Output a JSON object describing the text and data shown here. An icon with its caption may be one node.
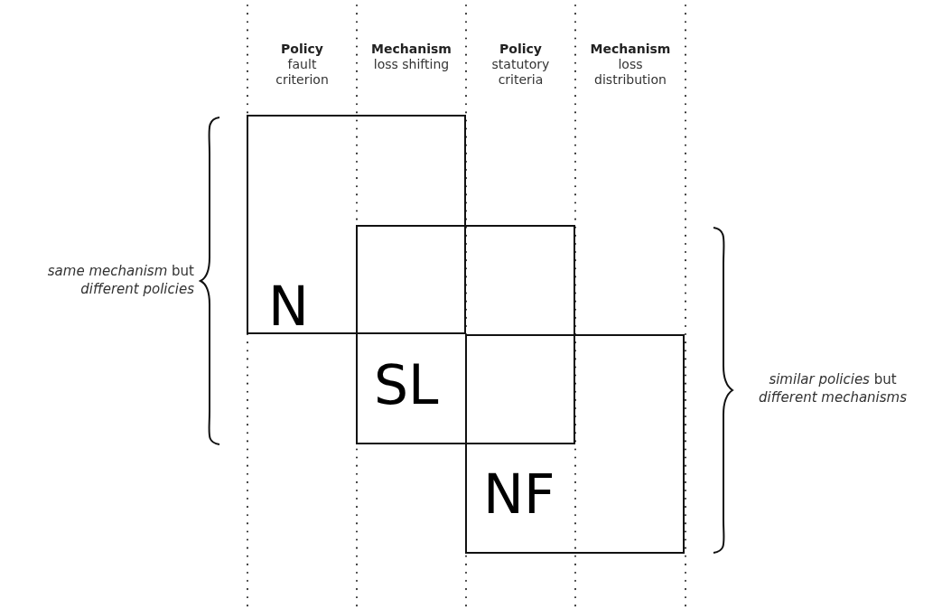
{
  "diagram": {
    "nodes": [
      {
        "text": [
          "N"
        ]
      },
      {
        "text": [
          "SL"
        ]
      },
      {
        "text": [
          "NF"
        ]
      }
    ],
    "edges": [],
    "labels": [
      "Policy",
      "fault criterion",
      "Mechanism",
      "loss shifting",
      "Policy",
      "statutory criteria",
      "Mechanism",
      "loss distribution",
      "*same mechanism* but *different policies*",
      "*similar policies* but *different mechanisms*"
    ]
  }
}
